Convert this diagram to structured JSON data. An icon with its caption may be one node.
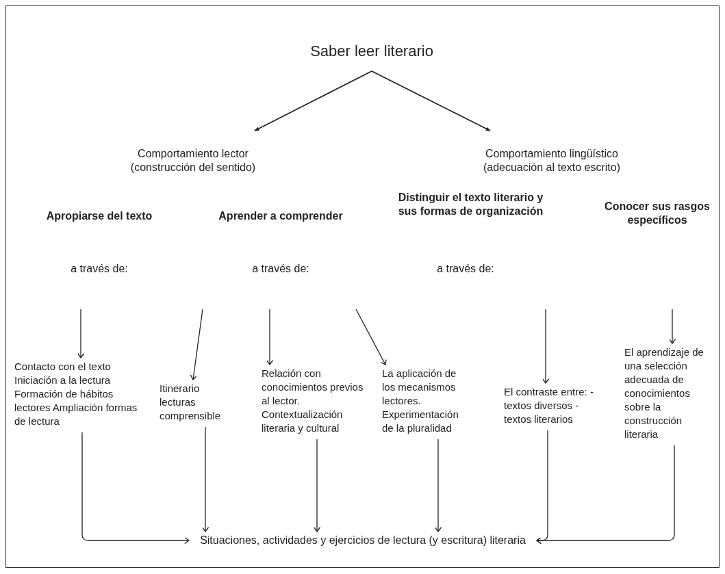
{
  "diagram": {
    "nodes": [
      {
        "text": [
          "Saber leer literario"
        ]
      },
      {
        "text": [
          "Comportamiento lector (construcción del sentido)"
        ]
      },
      {
        "text": [
          "Comportamiento lingüístico (adecuación al texto escrito)"
        ]
      },
      {
        "text": [
          "Apropiarse del texto"
        ]
      },
      {
        "text": [
          "Aprender a comprender"
        ]
      },
      {
        "text": [
          "Distinguir el texto literario y sus formas de organización"
        ]
      },
      {
        "text": [
          "Conocer sus rasgos específicos"
        ]
      },
      {
        "text": [
          "Contacto con el texto Iniciación a la lectura Formación de hábitos lectores Ampliación formas de lectura"
        ]
      },
      {
        "text": [
          "Itinerario lecturas comprensible"
        ]
      },
      {
        "text": [
          "Relación con conocimientos previos al lector. Contextualización literaria y cultural"
        ]
      },
      {
        "text": [
          "La aplicación de los mecanismos lectores. Experimentación de la pluralidad"
        ]
      },
      {
        "text": [
          "El contraste entre: -textos diversos -textos literarios"
        ]
      },
      {
        "text": [
          "El aprendizaje de una selección adecuada de conocimientos sobre la construcción literaria"
        ]
      },
      {
        "text": [
          "Situaciones, actividades y ejercicios de lectura (y escritura) literaria"
        ]
      }
    ],
    "edges": [
      {
        "from": 0,
        "to": 1,
        "arrow": "to"
      },
      {
        "from": 0,
        "to": 2,
        "arrow": "to"
      },
      {
        "from": null,
        "to": 7,
        "arrow": "to"
      },
      {
        "from": null,
        "to": 8,
        "arrow": "to"
      },
      {
        "from": null,
        "to": 9,
        "arrow": "to"
      },
      {
        "from": null,
        "to": 10,
        "arrow": "to"
      },
      {
        "from": null,
        "to": 11,
        "arrow": "to"
      },
      {
        "from": null,
        "to": 12,
        "arrow": "to"
      },
      {
        "from": 7,
        "to": 13,
        "arrow": "to"
      },
      {
        "from": 8,
        "to": 13,
        "arrow": "to"
      },
      {
        "from": 9,
        "to": 13,
        "arrow": "to"
      },
      {
        "from": 10,
        "to": 13,
        "arrow": "to"
      },
      {
        "from": 11,
        "to": 13,
        "arrow": "to"
      },
      {
        "from": 12,
        "to": 13,
        "arrow": "to"
      }
    ],
    "labels": [
      "a través de:",
      "a través de:",
      "a través de:"
    ]
  }
}
